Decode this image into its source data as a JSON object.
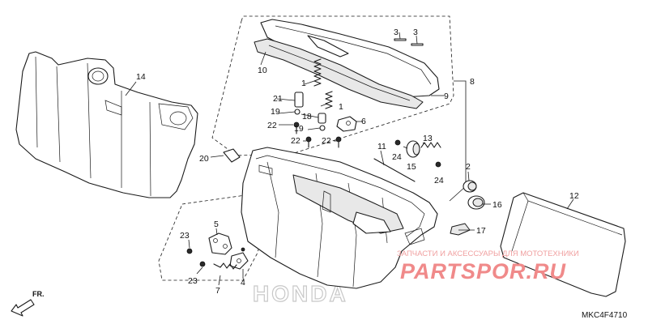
{
  "diagram": {
    "callouts": {
      "c1a": "1",
      "c1b": "1",
      "c2": "2",
      "c3a": "3",
      "c3b": "3",
      "c4": "4",
      "c5": "5",
      "c6": "6",
      "c7": "7",
      "c8": "8",
      "c9": "9",
      "c10": "10",
      "c11": "11",
      "c12": "12",
      "c13": "13",
      "c14": "14",
      "c15": "15",
      "c16": "16",
      "c17": "17",
      "c18": "18",
      "c19a": "19",
      "c19b": "19",
      "c20": "20",
      "c21": "21",
      "c22a": "22",
      "c22b": "22",
      "c22c": "22",
      "c23a": "23",
      "c23b": "23",
      "c24a": "24",
      "c24b": "24"
    },
    "direction_label": "FR.",
    "diagram_code": "MKC4F4710",
    "watermark_line": "ЗАПЧАСТИ И АКСЕССУАРЫ ДЛЯ МОТОТЕХНИКИ",
    "watermark_logo": "PARTSPOR.RU",
    "brand_watermark": "HONDA"
  }
}
